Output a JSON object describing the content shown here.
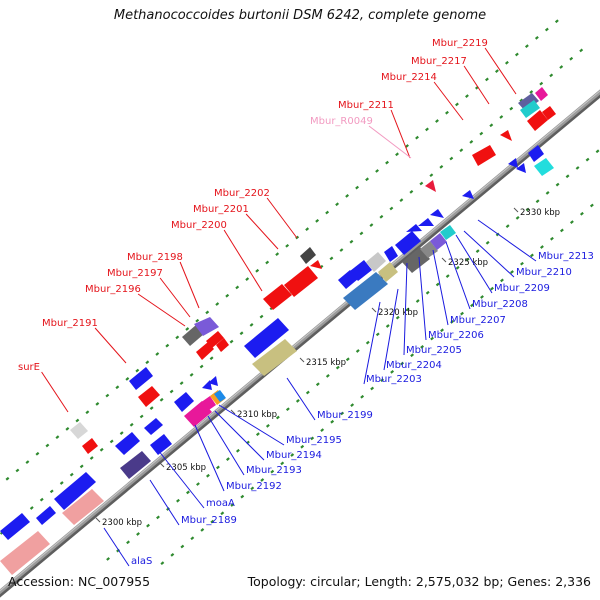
{
  "title": "Methanococcoides burtonii DSM 6242, complete genome",
  "footer": {
    "accession": "Accession: NC_007955",
    "summary": "Topology: circular; Length: 2,575,032 bp; Genes: 2,336"
  },
  "colors": {
    "forward_label": "#e4141b",
    "reverse_label": "#1a1adf",
    "rna_label": "#f29ac1",
    "backbone": "#8e8e8e",
    "track_dots": "#2f8a2f"
  },
  "scale": {
    "ticks": [
      "2300 kbp",
      "2305 kbp",
      "2310 kbp",
      "2315 kbp",
      "2320 kbp",
      "2325 kbp",
      "2330 kbp"
    ]
  },
  "labels": {
    "forward": [
      "Mbur_2219",
      "Mbur_2217",
      "Mbur_2214",
      "Mbur_2211",
      "Mbur_2202",
      "Mbur_2201",
      "Mbur_2200",
      "Mbur_2198",
      "Mbur_2197",
      "Mbur_2196",
      "Mbur_2191",
      "surE"
    ],
    "rna": [
      "Mbur_R0049"
    ],
    "reverse": [
      "Mbur_2213",
      "Mbur_2210",
      "Mbur_2209",
      "Mbur_2208",
      "Mbur_2207",
      "Mbur_2206",
      "Mbur_2205",
      "Mbur_2204",
      "Mbur_2203",
      "Mbur_2199",
      "Mbur_2195",
      "Mbur_2194",
      "Mbur_2193",
      "Mbur_2192",
      "moaA",
      "Mbur_2189",
      "alaS"
    ]
  }
}
